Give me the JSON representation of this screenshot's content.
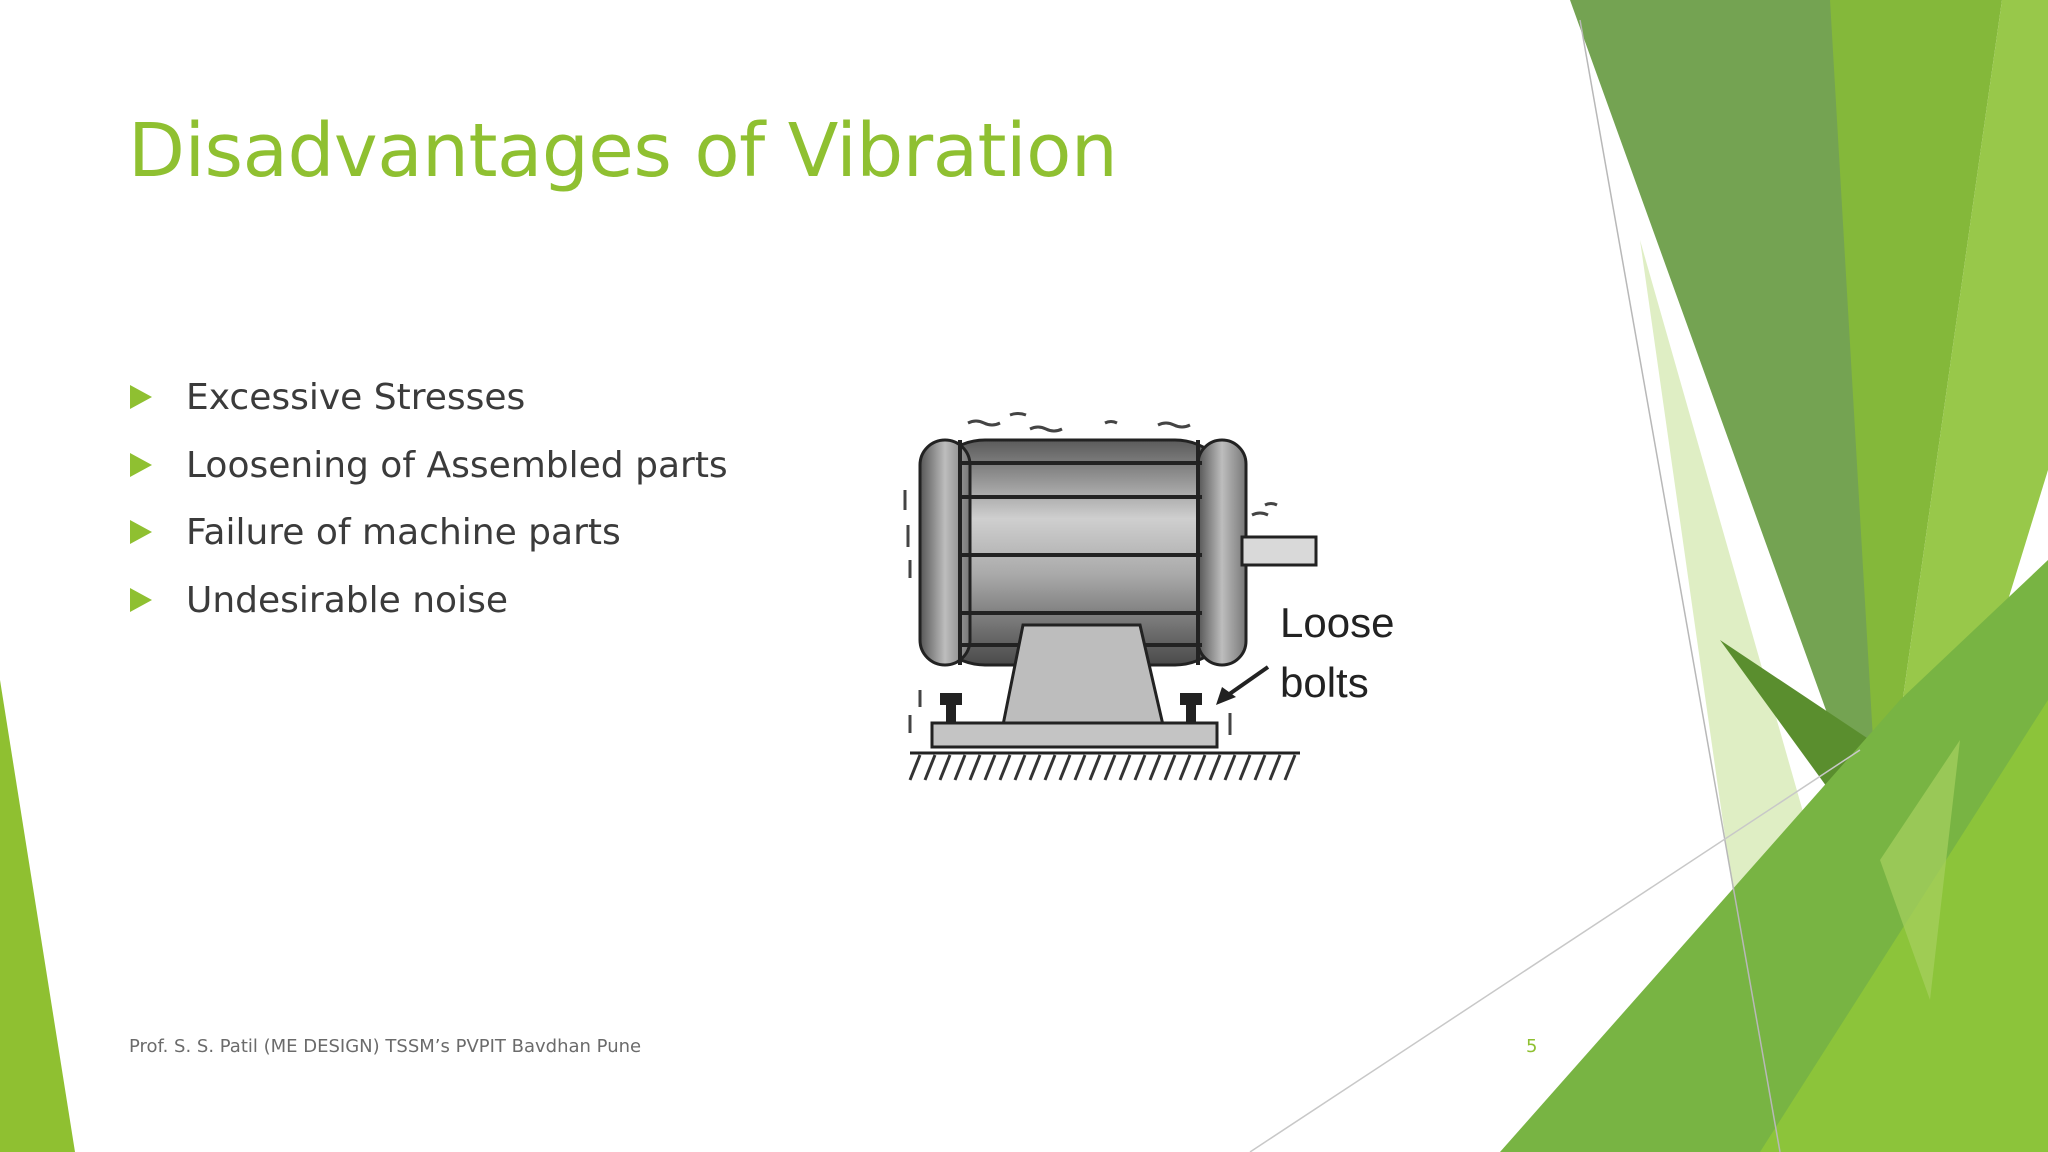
{
  "slide": {
    "title": "Disadvantages of Vibration",
    "bullets": [
      {
        "text": "Excessive Stresses"
      },
      {
        "text": "Loosening of Assembled parts"
      },
      {
        "text": "Failure of machine parts"
      },
      {
        "text": "Undesirable noise"
      }
    ],
    "figure": {
      "label_line1": "Loose",
      "label_line2": "bolts"
    },
    "footer": "Prof. S. S. Patil (ME DESIGN) TSSM’s PVPIT Bavdhan Pune",
    "page_number": "5"
  },
  "colors": {
    "accent": "#8fc031",
    "text": "#3b3b3b",
    "footer_text": "#6b6b6b",
    "green_dark": "#5f9636",
    "green_mid": "#7cb93a",
    "green_light": "#c8e29a"
  }
}
